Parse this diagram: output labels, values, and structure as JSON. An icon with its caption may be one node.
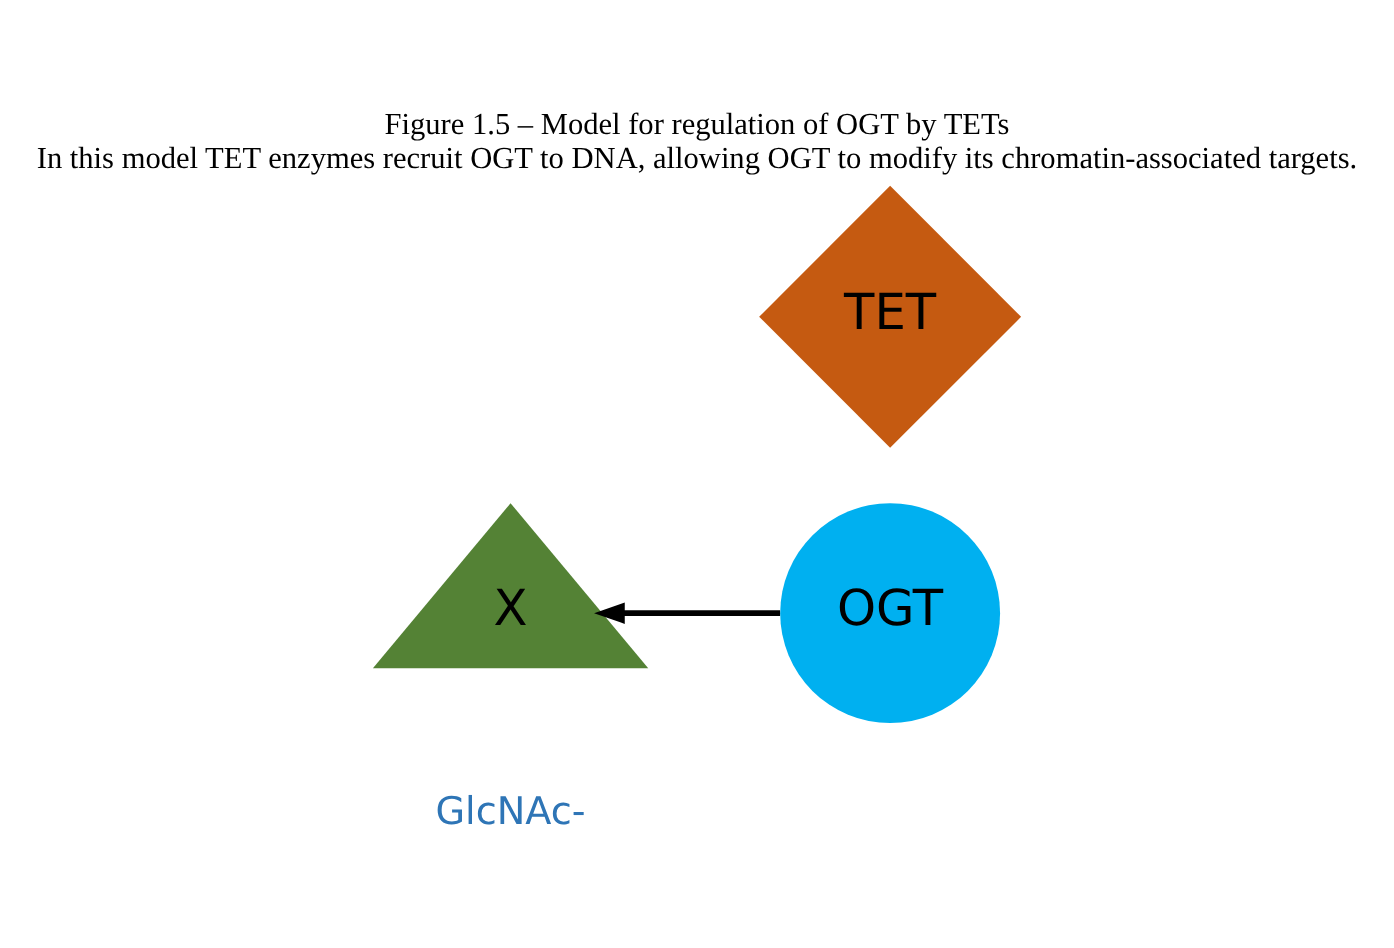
{
  "diagram": {
    "title": "Figure 1.5 – Model for regulation of OGT by TETs",
    "caption": "In this model TET enzymes recruit OGT to DNA, allowing OGT to modify its chromatin-associated targets.",
    "nodes": [
      {
        "text": [
          "OGT"
        ]
      },
      {
        "text": [
          "TET"
        ]
      },
      {
        "text": [
          "X"
        ],
        "beside": [
          "GlcNAc-"
        ]
      }
    ],
    "edges": [
      {
        "from": 0,
        "to": 2,
        "arrow": "to"
      }
    ]
  }
}
